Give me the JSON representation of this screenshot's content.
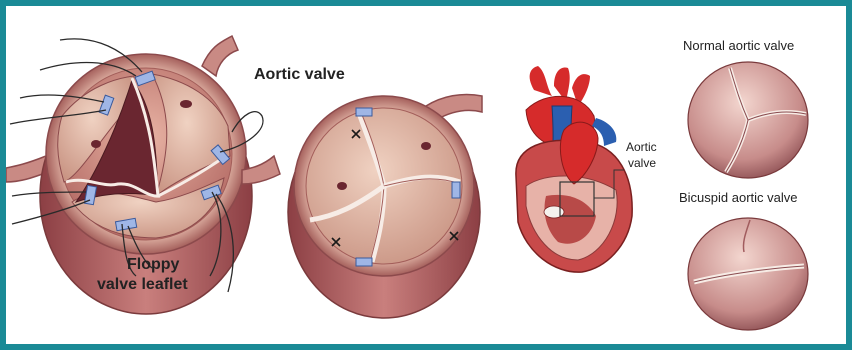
{
  "labels": {
    "aortic_valve_title": "Aortic valve",
    "floppy_line1": "Floppy",
    "floppy_line2": "valve leaflet",
    "heart_label_line1": "Aortic",
    "heart_label_line2": "valve",
    "normal_valve": "Normal aortic valve",
    "bicuspid_valve": "Bicuspid aortic valve"
  },
  "colors": {
    "frame": "#1a8a96",
    "tissue_light": "#e9c9b7",
    "tissue_mid": "#c98f83",
    "tissue_dark": "#7a3a3c",
    "artery_red": "#d62b2b",
    "vein_blue": "#2b5fb0",
    "suture_blue": "#6d8fd1"
  }
}
